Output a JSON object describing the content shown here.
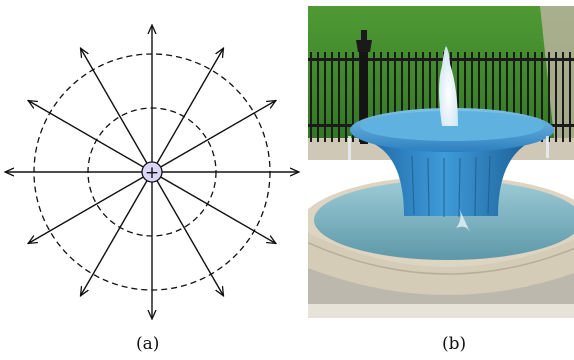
{
  "figure": {
    "panels": [
      {
        "label": "(a)",
        "kind": "diagram",
        "charge_symbol": "+",
        "colors": {
          "charge_fill": "#dcd6f7",
          "line": "#111111"
        }
      },
      {
        "label": "(b)",
        "kind": "photo",
        "colors": {
          "grass": "#3f8a2c",
          "fence": "#1b1b1b",
          "fountain": "#2b83c4",
          "water_jet": "#e9f4fb",
          "stone": "#d9d1bf",
          "pavement": "#b8b3aa"
        }
      }
    ]
  }
}
